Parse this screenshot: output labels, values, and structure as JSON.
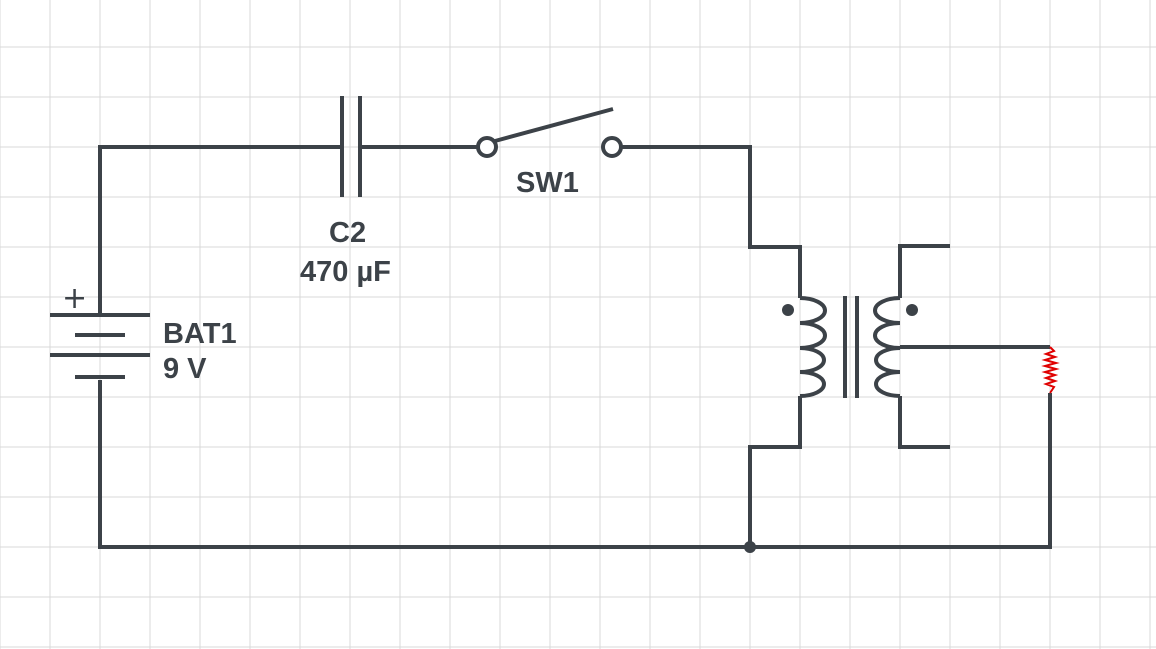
{
  "colors": {
    "grid": "#d9d9d9",
    "wire": "#3c4248",
    "resistor": "#e00000",
    "background": "#ffffff"
  },
  "battery": {
    "ref": "BAT1",
    "value": "9 V",
    "plus_symbol": "+"
  },
  "capacitor": {
    "ref": "C2",
    "value": "470 µF"
  },
  "switch": {
    "ref": "SW1"
  }
}
